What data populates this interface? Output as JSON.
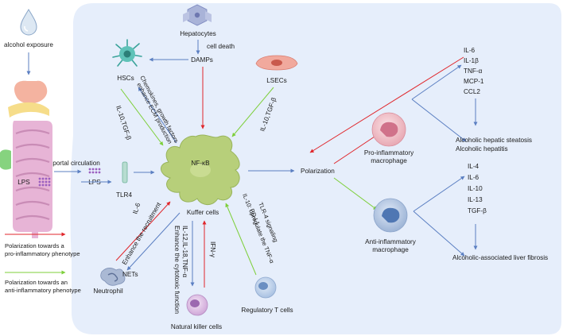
{
  "nodes": {
    "alcohol_exposure": "alcohol exposure",
    "hepatocytes": "Hepatocytes",
    "cell_death": "cell death",
    "damps": "DAMPs",
    "hscs": "HSCs",
    "lsecs": "LSECs",
    "portal_circulation": "portal circulation",
    "lps_gut": "LPS",
    "lps": "LPS",
    "tlr4": "TLR4",
    "nfkb": "NF-κB",
    "kuffer": "Kuffer cells",
    "polarization": "Polarization",
    "pro_macrophage_1": "Pro-inflammatory",
    "pro_macrophage_2": "macrophage",
    "anti_macrophage_1": "Anti-inflammatory",
    "anti_macrophage_2": "macrophage",
    "nets": "NETs",
    "neutrophil": "Neutrophil",
    "nk": "Natural killer cells",
    "treg": "Regulatory T cells"
  },
  "edges": {
    "hscs_1": "Chemokines, growth factors",
    "hscs_2": "enhance ECM production",
    "hscs_il10": "IL-10,TGF-β",
    "lsecs_il10": "IL-10,TGF-β",
    "nets_il6": "IL-6",
    "nets_recruit": "Enhance the recruitment",
    "nk_cyt": "IL-12,IL-18,TNF-α",
    "nk_enh": "Enhance the cytotoxic function",
    "ifn": "IFN-γ",
    "treg_1": "TLR-4 signaling",
    "treg_2": "IL-10: upregulate the TNF-α",
    "treg_3": "PD-L1"
  },
  "pro_cytokines": [
    "IL-6",
    "IL-1β",
    "TNF-α",
    "MCP-1",
    "CCL2"
  ],
  "anti_cytokines": [
    "IL-4",
    "IL-6",
    "IL-10",
    "IL-13",
    "TGF-β"
  ],
  "outcomes": {
    "steatosis": "Alcoholic hepatic steatosis",
    "hepatitis": "Alcoholic hepatitis",
    "fibrosis": "Alcoholic-associated liver fibrosis"
  },
  "legend": {
    "red_1": "Polarization towards a",
    "red_2": "pro-inflammatory phenotype",
    "green_1": "Polarization towards an",
    "green_2": "anti-inflammatory phenotype"
  },
  "colors": {
    "panel": "#e6eefb",
    "blue_arrow": "#5b7fc2",
    "red_arrow": "#e0262b",
    "green_arrow": "#7dcf3a",
    "kupffer": "#b7cf7a"
  }
}
